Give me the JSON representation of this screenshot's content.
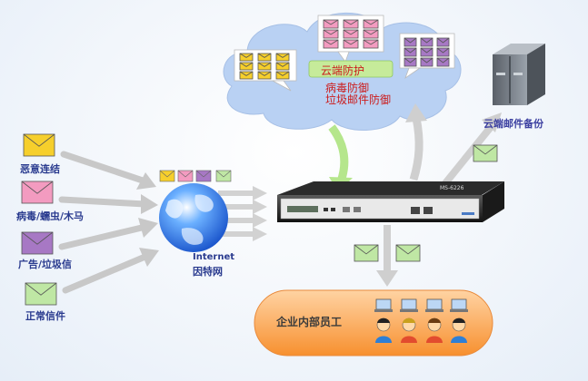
{
  "sources": [
    {
      "label": "恶意连结",
      "color": "#f6cf2c"
    },
    {
      "label": "病毒/蠕虫/木马",
      "color": "#f39bc0"
    },
    {
      "label": "广告/垃圾信",
      "color": "#a778c4"
    },
    {
      "label": "正常信件",
      "color": "#bfe7a4"
    }
  ],
  "internet": {
    "title": "Internet",
    "subtitle": "因特网"
  },
  "cloud": {
    "banner": "云端防护",
    "line1": "病毒防御",
    "line2": "垃圾邮件防御"
  },
  "backup": {
    "label": "云端邮件备份"
  },
  "appliance": {
    "model": "MS-6226"
  },
  "enterprise": {
    "label": "企业内部员工"
  },
  "colors": {
    "cloud": "#b9d1f3",
    "banner": "#c6eb9a",
    "enterprise": "#f9a860",
    "arrow": "#c8c8c8",
    "green_arrow": "#b5e68c"
  }
}
